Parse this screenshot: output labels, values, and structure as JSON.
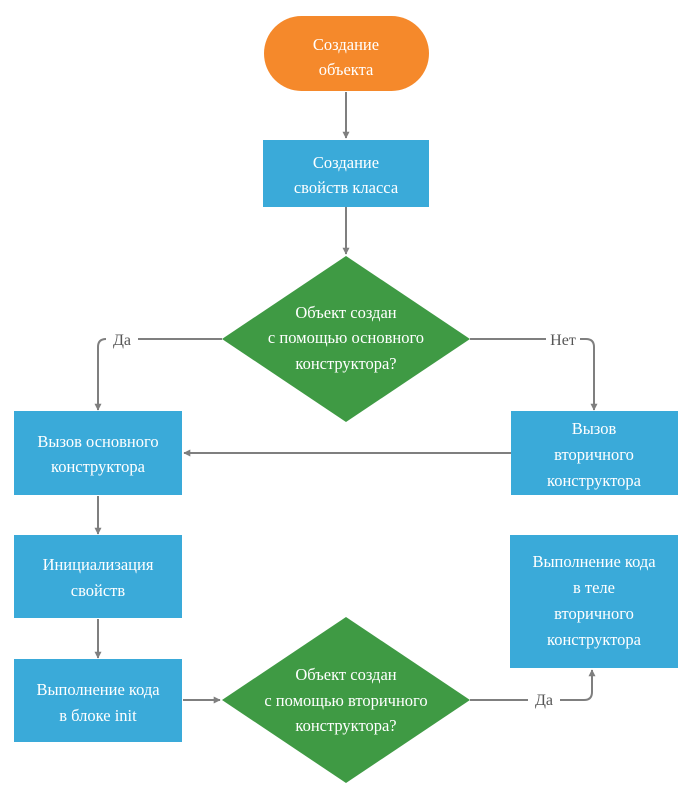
{
  "colors": {
    "start": "#F5892B",
    "process": "#3AAAD9",
    "decision": "#3F9A44",
    "edge": "#7F7F7F",
    "edge_label": "#555555"
  },
  "nodes": {
    "start": [
      "Создание",
      "объекта"
    ],
    "create_props": [
      "Создание",
      "свойств класса"
    ],
    "decision_primary": [
      "Объект создан",
      "с помощью основного",
      "конструктора?"
    ],
    "call_primary": [
      "Вызов основного",
      "конструктора"
    ],
    "call_secondary": [
      "Вызов",
      "вторичного",
      "конструктора"
    ],
    "init_props": [
      "Инициализация",
      "свойств"
    ],
    "exec_init": [
      "Выполнение кода",
      "в блоке init"
    ],
    "decision_secondary": [
      "Объект создан",
      "с помощью вторичного",
      "конструктора?"
    ],
    "exec_secondary_body": [
      "Выполнение кода",
      "в теле",
      "вторичного",
      "конструктора"
    ]
  },
  "edge_labels": {
    "yes_primary": "Да",
    "no_primary": "Нет",
    "yes_secondary": "Да"
  }
}
